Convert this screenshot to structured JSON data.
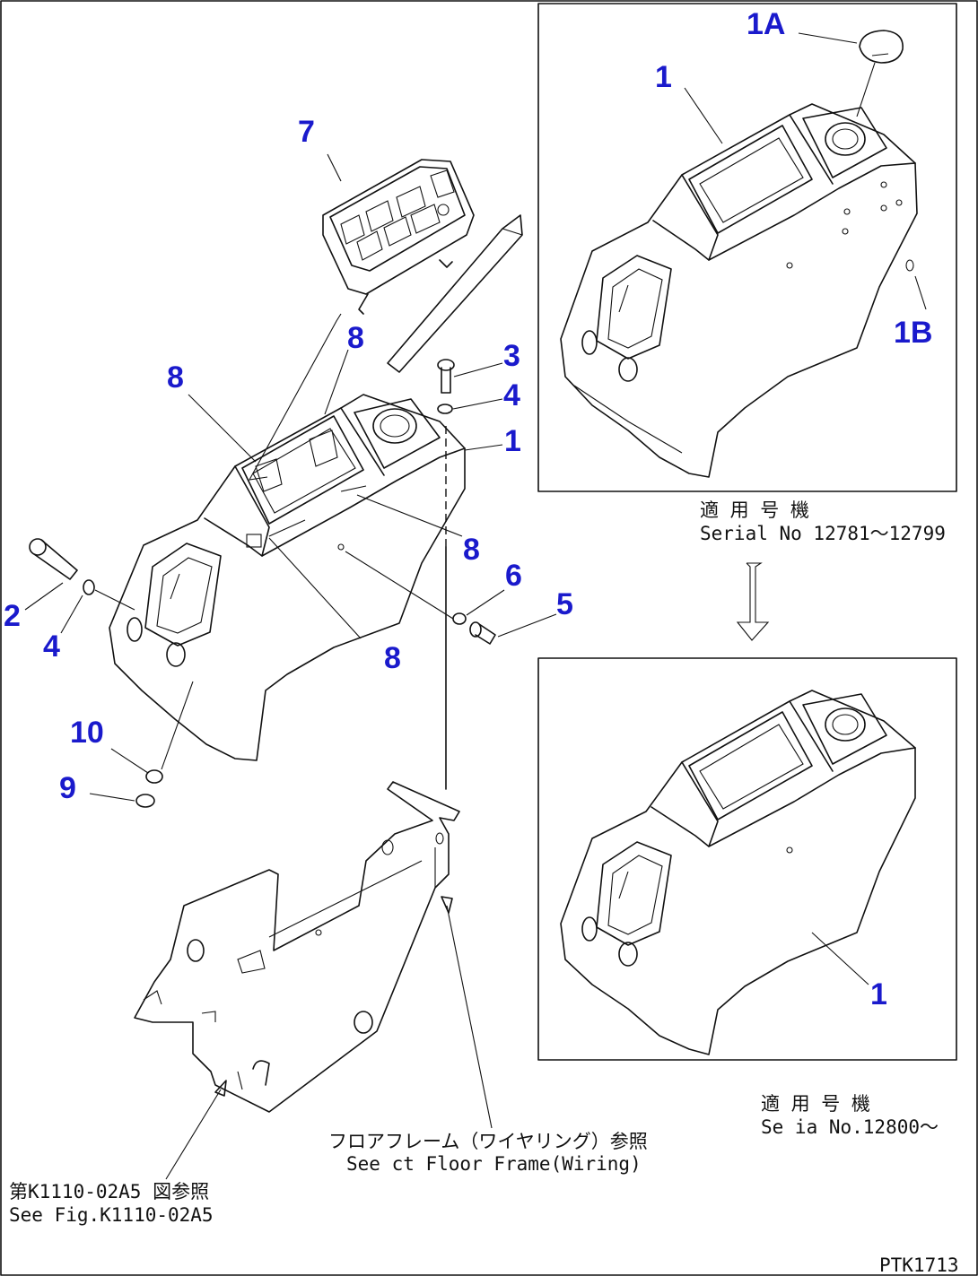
{
  "colors": {
    "callout": "#1a1acc",
    "line": "#111111",
    "background": "#ffffff"
  },
  "callouts": {
    "c7": "7",
    "c8_top": "8",
    "c8_left": "8",
    "c8_right": "8",
    "c8_bottom": "8",
    "c3": "3",
    "c4_right": "4",
    "c1_main": "1",
    "c6": "6",
    "c5": "5",
    "c2": "2",
    "c4_left": "4",
    "c10": "10",
    "c9": "9",
    "c1a": "1A",
    "c1_inset_top": "1",
    "c1b": "1B",
    "c1_inset_bottom": "1"
  },
  "notes": {
    "inset_top_jp": "適 用 号 機",
    "inset_top_serial": "Serial No 12781～12799",
    "inset_bottom_jp": "適 用 号 機",
    "inset_bottom_serial": "Se ia  No.12800～",
    "floor_frame_jp": "フロアフレーム（ワイヤリング）参照",
    "floor_frame_en": "See ct Floor Frame(Wiring)",
    "fig_ref_jp": "第K1110-02A5 図参照",
    "fig_ref_en": "See Fig.K1110-02A5",
    "drawing_no": "PTK1713"
  }
}
